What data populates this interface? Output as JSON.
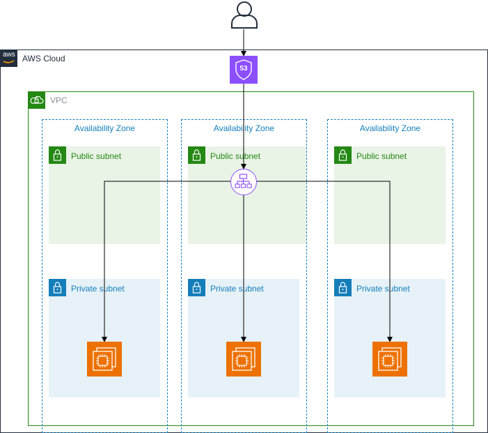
{
  "cloud": {
    "label": "AWS Cloud",
    "logo_text": "aws"
  },
  "vpc": {
    "label": "VPC"
  },
  "zones": [
    {
      "label": "Availability Zone",
      "public_label": "Public subnet",
      "private_label": "Private subnet"
    },
    {
      "label": "Availability Zone",
      "public_label": "Public subnet",
      "private_label": "Private subnet"
    },
    {
      "label": "Availability Zone",
      "public_label": "Public subnet",
      "private_label": "Private subnet"
    }
  ],
  "route53": {
    "label": "53"
  },
  "colors": {
    "cloud_border": "#232f3e",
    "vpc_border": "#248814",
    "zone_border": "#147eba",
    "public_fill": "#e9f3e6",
    "public_text": "#248814",
    "private_fill": "#e6f2f8",
    "private_text": "#147eba",
    "route53": "#8c4fff",
    "elb": "#8c4fff",
    "ec2": "#ed7100",
    "arrow": "#000000"
  },
  "icons": [
    "user-icon",
    "aws-logo-icon",
    "cloud-lock-icon",
    "lock-icon",
    "route53-icon",
    "load-balancer-icon",
    "ec2-icon"
  ]
}
